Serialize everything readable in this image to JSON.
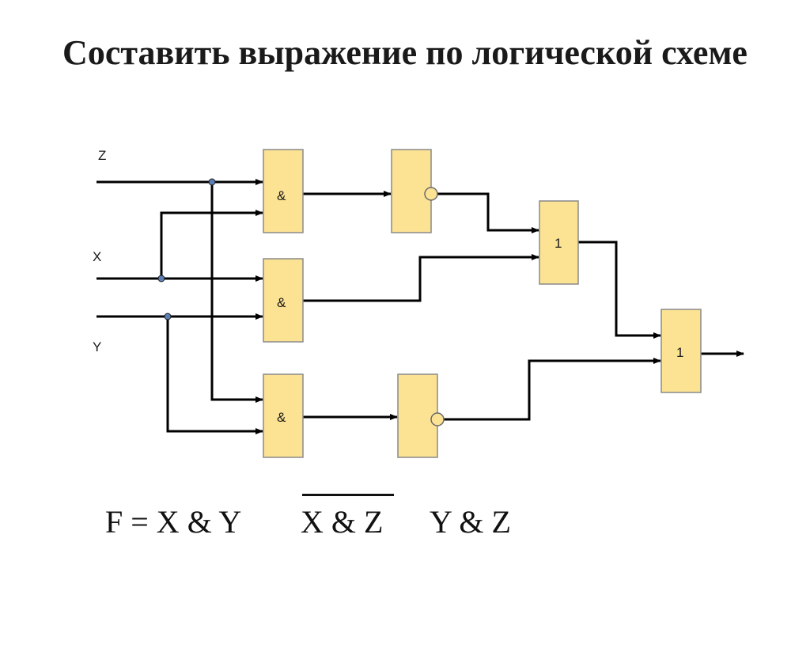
{
  "title": "Составить выражение по логической схеме",
  "inputs": {
    "z": "Z",
    "x": "X",
    "y": "Y"
  },
  "gates": {
    "and_top": "&",
    "and_middle": "&",
    "and_bottom": "&",
    "or_first": "1",
    "or_final": "1"
  },
  "formula": {
    "part1": "F = X & Y",
    "part2": "X & Z",
    "part3": "Y & Z"
  }
}
